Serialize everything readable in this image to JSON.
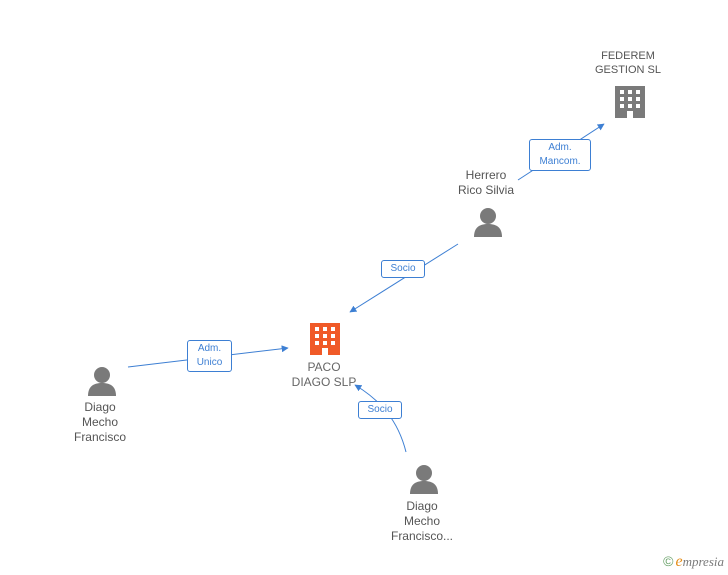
{
  "nodes": {
    "federem": {
      "lines": [
        "FEDEREM",
        "GESTION SL"
      ],
      "kind": "company"
    },
    "herrero": {
      "lines": [
        "Herrero",
        "Rico Silvia"
      ],
      "kind": "person"
    },
    "paco": {
      "lines": [
        "PACO",
        "DIAGO SLP"
      ],
      "kind": "company-main"
    },
    "diago1": {
      "lines": [
        "Diago",
        "Mecho",
        "Francisco"
      ],
      "kind": "person"
    },
    "diago2": {
      "lines": [
        "Diago",
        "Mecho",
        "Francisco..."
      ],
      "kind": "person"
    }
  },
  "edges": {
    "herrero_federem": {
      "lines": [
        "Adm.",
        "Mancom."
      ]
    },
    "herrero_paco": {
      "lines": [
        "Socio"
      ]
    },
    "diago1_paco": {
      "lines": [
        "Adm.",
        "Unico"
      ]
    },
    "diago2_paco": {
      "lines": [
        "Socio"
      ]
    }
  },
  "brand": {
    "copyright": "©",
    "initial": "e",
    "rest": "mpresia"
  },
  "colors": {
    "edge": "#3d7fd3",
    "company_icon": "#7a7a7a",
    "main_company_icon": "#f05a28",
    "person_icon": "#7a7a7a",
    "label_text": "#555555"
  },
  "icons": {
    "company": "building-icon",
    "company-main": "building-icon",
    "person": "person-icon"
  }
}
